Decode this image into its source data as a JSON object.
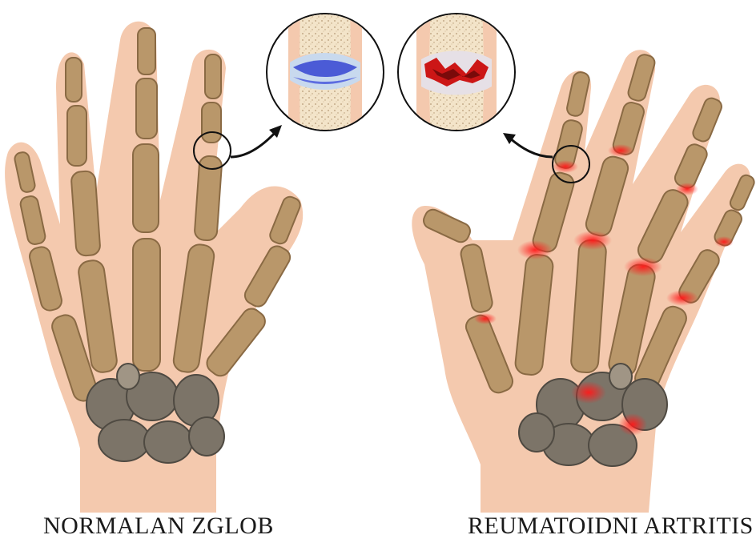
{
  "figure": {
    "left_caption": "NORMALAN ZGLOB",
    "right_caption": "REUMATOIDNI ARTRITIS",
    "colors": {
      "skin": "#f2c9ad",
      "bone": "#b9976a",
      "bone_shadow": "#8a6a44",
      "carpal": "#7c7468",
      "healthy_cartilage": "#4b5bd6",
      "inflamed_joint": "#d01818",
      "background": "#ffffff"
    },
    "left_hand": {
      "name": "healthy hand",
      "highlighted_joint": "normal"
    },
    "right_hand": {
      "name": "rheumatoid hand",
      "highlighted_joint": "inflamed"
    },
    "icons": [
      "magnifier-circle-icon",
      "curved-arrow-icon"
    ]
  }
}
